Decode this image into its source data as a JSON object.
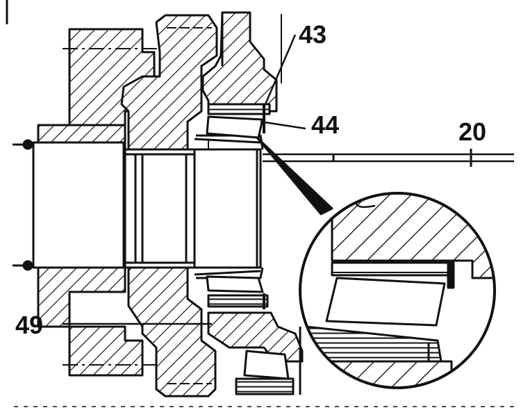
{
  "callouts": {
    "c43": "43",
    "c44": "44",
    "c20": "20",
    "c49": "49"
  },
  "colors": {
    "ink": "#111111",
    "paper": "#ffffff"
  }
}
